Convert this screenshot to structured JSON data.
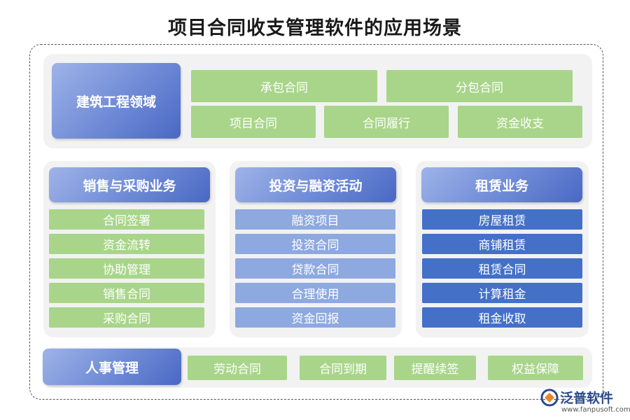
{
  "title": "项目合同收支管理软件的应用场景",
  "colors": {
    "green": "#a8d58a",
    "light_blue": "#8ea9e0",
    "dark_blue": "#4470c8",
    "header_blue": "#6e8ad6"
  },
  "construction": {
    "title": "建筑工程领域",
    "items": [
      "承包合同",
      "分包合同",
      "项目合同",
      "合同履行",
      "资金收支"
    ]
  },
  "sales": {
    "title": "销售与采购业务",
    "items": [
      "合同签署",
      "资金流转",
      "协助管理",
      "销售合同",
      "采购合同"
    ]
  },
  "investment": {
    "title": "投资与融资活动",
    "items": [
      "融资项目",
      "投资合同",
      "贷款合同",
      "合理使用",
      "资金回报"
    ]
  },
  "leasing": {
    "title": "租赁业务",
    "items": [
      "房屋租赁",
      "商铺租赁",
      "租赁合同",
      "计算租金",
      "租金收取"
    ]
  },
  "hr": {
    "title": "人事管理",
    "items": [
      "劳动合同",
      "合同到期",
      "提醒续签",
      "权益保障"
    ]
  },
  "logo": {
    "name": "泛普软件",
    "url": "www.fanpusoft.com",
    "icon": "fanpu-logo-icon"
  }
}
